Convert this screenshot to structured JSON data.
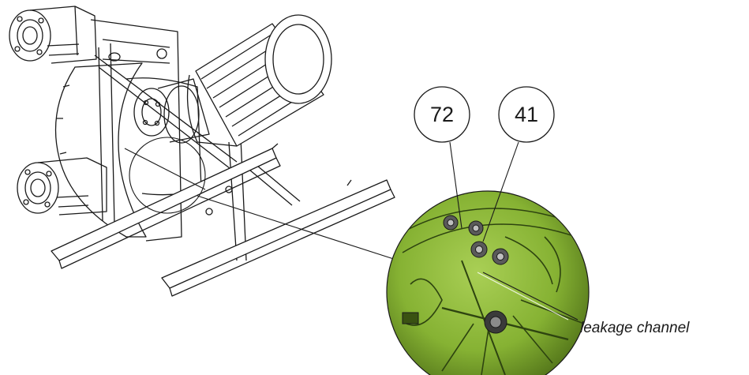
{
  "balloons": [
    {
      "number": "72"
    },
    {
      "number": "41"
    }
  ],
  "annotation": {
    "label": "leakage channel"
  },
  "colors": {
    "line": "#1a1a1a",
    "detail_fill": "#8fbf3a",
    "detail_dark": "#3f5a14",
    "paper": "#ffffff"
  }
}
